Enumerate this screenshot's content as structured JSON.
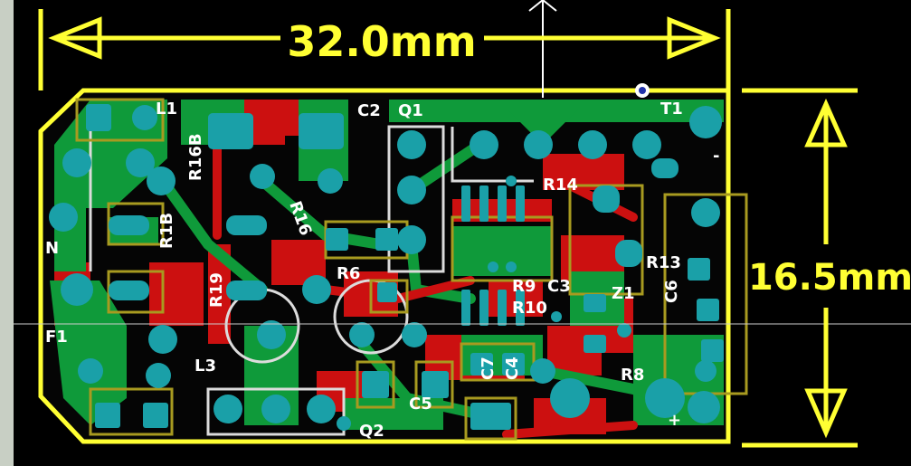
{
  "dimensions": {
    "width_label": "32.0mm",
    "height_label": "16.5mm"
  },
  "colors": {
    "board_outline": "#ffff33",
    "bottom_copper": "#cc1010",
    "top_copper": "#0f9a3a",
    "pad": "#1aa0a8",
    "silkscreen_white": "#ffffff",
    "silkscreen_olive": "#a89a20"
  },
  "labels": {
    "c2": "C2",
    "q1": "Q1",
    "t1": "T1",
    "l1": "L1",
    "r16b": "R16B",
    "r1b": "R1B",
    "r16": "R16",
    "r14": "R14",
    "r6": "R6",
    "r9": "R9",
    "c3": "C3",
    "r10": "R10",
    "r13": "R13",
    "z1": "Z1",
    "c6": "C6",
    "r19": "R19",
    "l3": "L3",
    "c5": "C5",
    "c7": "C7",
    "c4": "C4",
    "r8": "R8",
    "q2": "Q2",
    "f1": "F1",
    "n": "N",
    "plus": "+",
    "minus": "-"
  }
}
